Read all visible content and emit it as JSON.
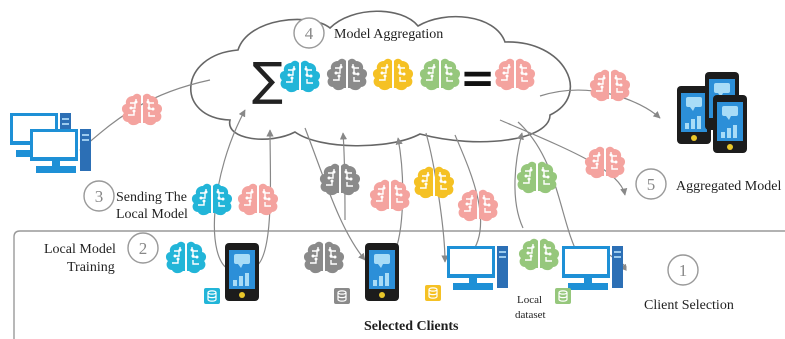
{
  "colors": {
    "salmon": "#f4a39f",
    "blue": "#22b5d8",
    "gray": "#8a8a8a",
    "yellow": "#f5c124",
    "green": "#96c77c",
    "device": "#1e90d6"
  },
  "steps": {
    "s1": {
      "num": "1",
      "label": "Client Selection"
    },
    "s2": {
      "num": "2",
      "label1": "Local Model",
      "label2": "Training"
    },
    "s3": {
      "num": "3",
      "label1": "Sending The",
      "label2": "Local Model"
    },
    "s4": {
      "num": "4",
      "label": "Model Aggregation"
    },
    "s5": {
      "num": "5",
      "label": "Aggregated Model"
    }
  },
  "region": {
    "label": "Selected Clients"
  },
  "dataset": {
    "label1": "Local",
    "label2": "dataset"
  },
  "formula": {
    "sum": "∑",
    "equals": "="
  },
  "icons": [
    "brain-icon",
    "database-icon",
    "phone-icon",
    "desktop-icon"
  ]
}
